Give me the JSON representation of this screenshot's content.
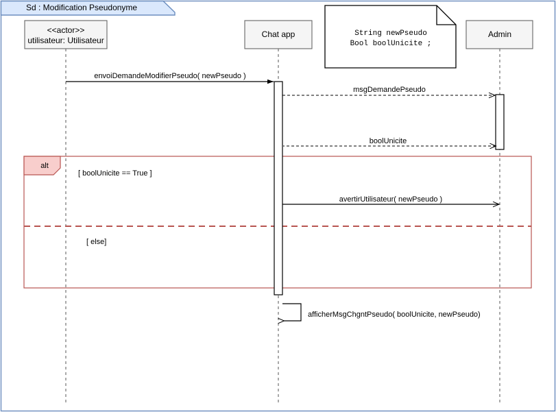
{
  "diagram": {
    "type": "uml-sequence-diagram",
    "frame_title": "Sd :  Modification Pseudonyme",
    "frame_border_color": "#6c8ebf",
    "frame_title_fill": "#dae8fc"
  },
  "lifelines": [
    {
      "id": "utilisateur",
      "stereotype": "<<actor>>",
      "label": "utilisateur: Utilisateur",
      "box_fill": "#f5f5f5",
      "box_border": "#666666"
    },
    {
      "id": "chatapp",
      "stereotype": "",
      "label": "Chat app",
      "box_fill": "#f5f5f5",
      "box_border": "#666666"
    },
    {
      "id": "admin",
      "stereotype": "",
      "label": "Admin",
      "box_fill": "#f5f5f5",
      "box_border": "#666666"
    }
  ],
  "note": {
    "line1": "String newPseudo",
    "line2": "Bool boolUnicite ;"
  },
  "messages": [
    {
      "id": "m1",
      "label": "envoiDemandeModifierPseudo( newPseudo )",
      "from": "utilisateur",
      "to": "chatapp",
      "style": "solid",
      "arrow": "filled"
    },
    {
      "id": "m2",
      "label": "msgDemandePseudo",
      "from": "chatapp",
      "to": "admin",
      "style": "dashed",
      "arrow": "open"
    },
    {
      "id": "m3",
      "label": "boolUnicite",
      "from": "admin",
      "to": "chatapp",
      "style": "dashed",
      "arrow": "open"
    },
    {
      "id": "m4",
      "label": "avertirUtilisateur( newPseudo )",
      "from": "chatapp",
      "to": "admin",
      "style": "solid",
      "arrow": "open"
    },
    {
      "id": "m5",
      "label": "afficherMsgChgntPseudo( boolUnicite, newPseudo)",
      "from": "chatapp",
      "to": "chatapp",
      "style": "solid",
      "arrow": "open"
    }
  ],
  "combined_fragment": {
    "operator": "alt",
    "border_color": "#b85450",
    "tab_fill": "#f8cecc",
    "operands": [
      {
        "guard": "[ boolUnicite == True ]"
      },
      {
        "guard": "[ else]"
      }
    ]
  }
}
